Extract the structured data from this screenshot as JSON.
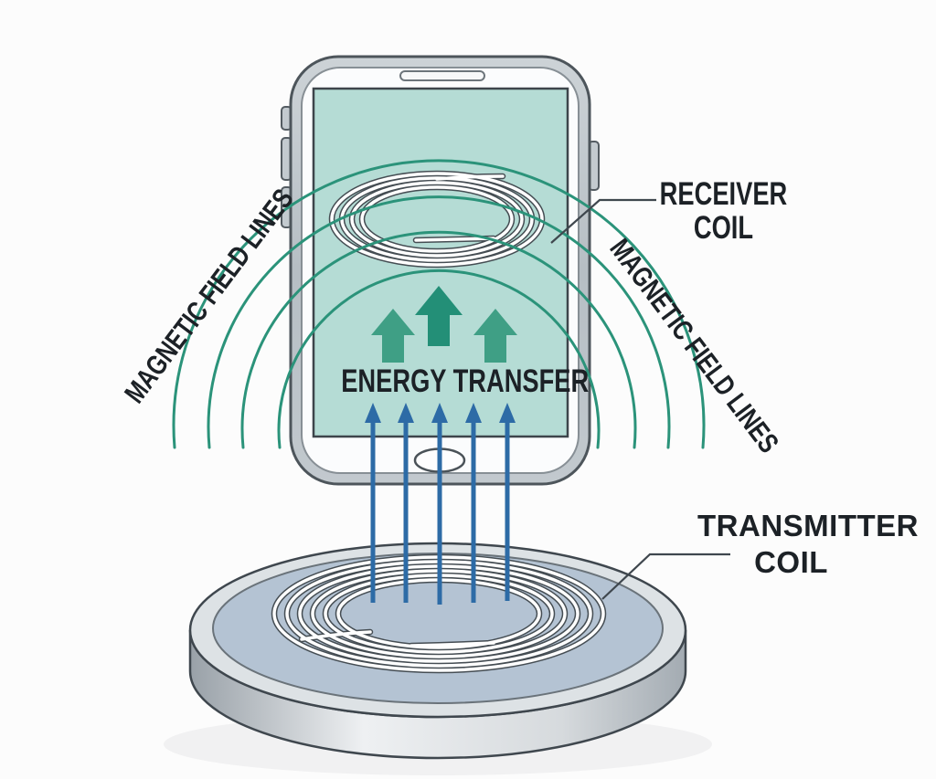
{
  "diagram": {
    "subject": "wireless-charging",
    "labels": {
      "receiver_coil_line1": "RECEIVER",
      "receiver_coil_line2": "COIL",
      "transmitter_coil_line1": "TRANSMITTER",
      "transmitter_coil_line2": "COIL",
      "energy_transfer": "ENERGY TRANSFER",
      "magnetic_field_left": "MAGNETIC FIELD LINES",
      "magnetic_field_right": "MAGNETIC FIELD LINES"
    },
    "graphics": {
      "smartphone": "phone with teal screen, speaker slot, home button, side buttons",
      "receiver_coil": "flat spiral coil inside phone screen, 4 turns",
      "transmitter_pad": "round charging pad with flat spiral coil, 6 turns",
      "field_arc_count": 4,
      "energy_arrow_count": 3,
      "flux_arrow_count": 5
    }
  },
  "colors": {
    "field-green": "#2b937a",
    "arrow-green-dark": "#238f77",
    "arrow-green-light": "#3f9f85",
    "arrow-blue": "#2d6ba6",
    "screen-teal": "#b5dcd5",
    "pad-surface": "#b4c3d3",
    "label-black": "#1c2126",
    "outline-dark": "#3f474e"
  }
}
